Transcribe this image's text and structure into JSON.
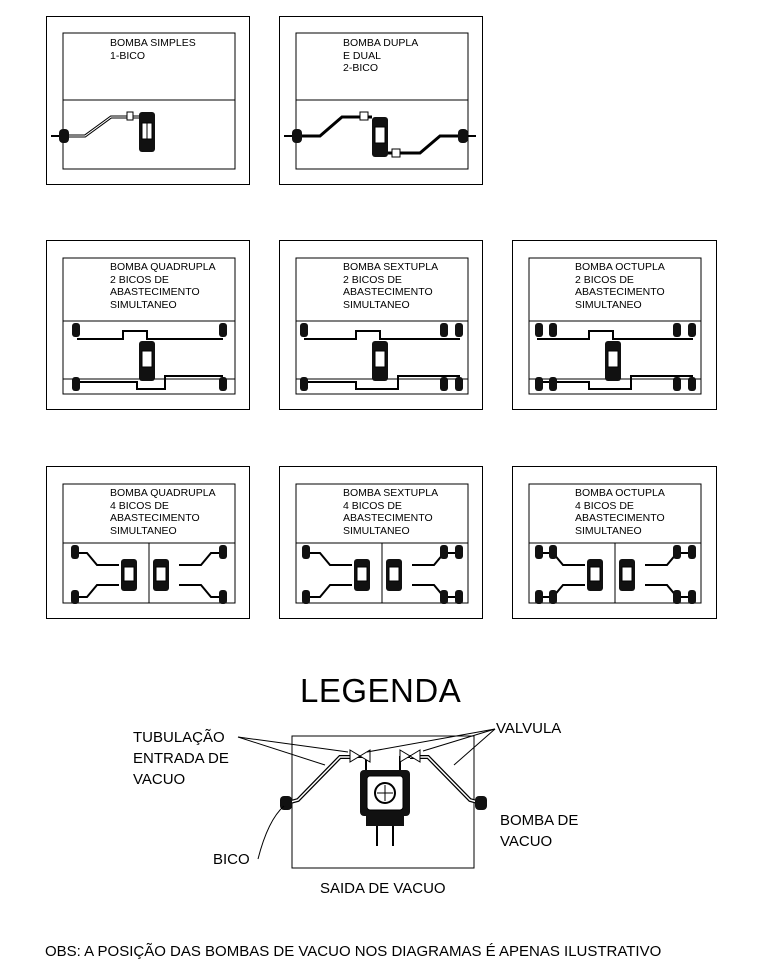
{
  "panels": {
    "p1": {
      "title": "BOMBA SIMPLES\n1-BICO"
    },
    "p2": {
      "title": "BOMBA DUPLA\nE DUAL\n2-BICO"
    },
    "p3": {
      "title": "BOMBA QUADRUPLA\n2 BICOS DE\nABASTECIMENTO\nSIMULTANEO"
    },
    "p4": {
      "title": "BOMBA SEXTUPLA\n2 BICOS DE\nABASTECIMENTO\nSIMULTANEO"
    },
    "p5": {
      "title": "BOMBA OCTUPLA\n2 BICOS DE\nABASTECIMENTO\nSIMULTANEO"
    },
    "p6": {
      "title": "BOMBA QUADRUPLA\n4 BICOS DE\nABASTECIMENTO\nSIMULTANEO"
    },
    "p7": {
      "title": "BOMBA SEXTUPLA\n4 BICOS DE\nABASTECIMENTO\nSIMULTANEO"
    },
    "p8": {
      "title": "BOMBA OCTUPLA\n4 BICOS DE\nABASTECIMENTO\nSIMULTANEO"
    }
  },
  "legend": {
    "title": "LEGENDA",
    "tubulacao": "TUBULAÇÃO\nENTRADA DE\nVACUO",
    "valvula": "VALVULA",
    "bomba": "BOMBA DE\nVACUO",
    "bico": "BICO",
    "saida": "SAIDA DE VACUO"
  },
  "obs": "OBS: A POSIÇÃO DAS BOMBAS DE VACUO NOS DIAGRAMAS É APENAS ILUSTRATIVO"
}
